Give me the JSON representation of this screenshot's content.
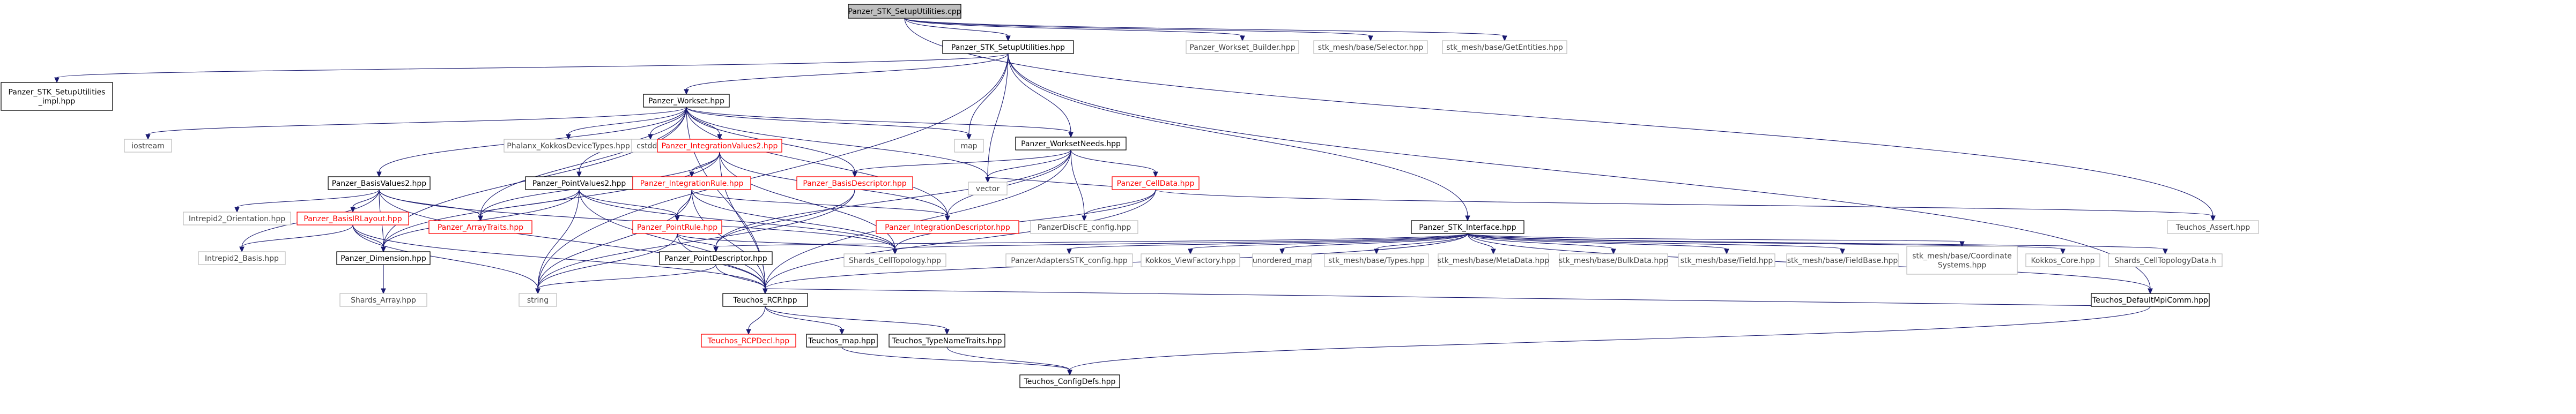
{
  "diagram": {
    "type": "include-dependency-graph",
    "colors": {
      "edge": "#191970",
      "root_fill": "#bfbfbf",
      "node_fill": "#ffffff",
      "documented_border": "#000000",
      "undocumented_border": "#bfbfbf",
      "truncated_border": "#ff0000",
      "documented_text": "#000000",
      "plain_text": "#444444",
      "truncated_text": "#ff0000"
    },
    "nodes": [
      {
        "id": "root",
        "label": "Panzer_STK_SetupUtilities.cpp",
        "kind": "root"
      },
      {
        "id": "setup_hpp",
        "label": "Panzer_STK_SetupUtilities.hpp",
        "kind": "doc"
      },
      {
        "id": "wb",
        "label": "Panzer_Workset_Builder.hpp",
        "kind": "plain"
      },
      {
        "id": "selector",
        "label": "stk_mesh/base/Selector.hpp",
        "kind": "plain"
      },
      {
        "id": "getentities",
        "label": "stk_mesh/base/GetEntities.hpp",
        "kind": "plain"
      },
      {
        "id": "setup_impl",
        "lines": [
          "Panzer_STK_SetupUtilities",
          "_impl.hpp"
        ],
        "kind": "doc"
      },
      {
        "id": "workset",
        "label": "Panzer_Workset.hpp",
        "kind": "doc"
      },
      {
        "id": "iostream",
        "label": "iostream",
        "kind": "plain"
      },
      {
        "id": "phalanx",
        "label": "Phalanx_KokkosDeviceTypes.hpp",
        "kind": "plain"
      },
      {
        "id": "cstddef",
        "label": "cstddef",
        "kind": "plain"
      },
      {
        "id": "iv2",
        "label": "Panzer_IntegrationValues2.hpp",
        "kind": "trunc"
      },
      {
        "id": "map",
        "label": "map",
        "kind": "plain"
      },
      {
        "id": "vector",
        "label": "vector",
        "kind": "plain"
      },
      {
        "id": "wneeds",
        "label": "Panzer_WorksetNeeds.hpp",
        "kind": "doc"
      },
      {
        "id": "stkif",
        "label": "Panzer_STK_Interface.hpp",
        "kind": "doc"
      },
      {
        "id": "tasset",
        "label": "Teuchos_Assert.hpp",
        "kind": "plain"
      },
      {
        "id": "bv2",
        "label": "Panzer_BasisValues2.hpp",
        "kind": "doc"
      },
      {
        "id": "intrepid_orient",
        "label": "Intrepid2_Orientation.hpp",
        "kind": "plain"
      },
      {
        "id": "bip",
        "label": "Panzer_BasisIRLayout.hpp",
        "kind": "trunc"
      },
      {
        "id": "intrepid_basis",
        "label": "Intrepid2_Basis.hpp",
        "kind": "plain"
      },
      {
        "id": "dim",
        "label": "Panzer_Dimension.hpp",
        "kind": "doc"
      },
      {
        "id": "shards_array",
        "label": "Shards_Array.hpp",
        "kind": "plain"
      },
      {
        "id": "atraits",
        "label": "Panzer_ArrayTraits.hpp",
        "kind": "trunc"
      },
      {
        "id": "pv2",
        "label": "Panzer_PointValues2.hpp",
        "kind": "doc"
      },
      {
        "id": "irule",
        "label": "Panzer_IntegrationRule.hpp",
        "kind": "trunc"
      },
      {
        "id": "prule",
        "label": "Panzer_PointRule.hpp",
        "kind": "trunc"
      },
      {
        "id": "pdesc",
        "label": "Panzer_PointDescriptor.hpp",
        "kind": "doc"
      },
      {
        "id": "string",
        "label": "string",
        "kind": "plain"
      },
      {
        "id": "rcp",
        "label": "Teuchos_RCP.hpp",
        "kind": "doc"
      },
      {
        "id": "bdesc",
        "label": "Panzer_BasisDescriptor.hpp",
        "kind": "trunc"
      },
      {
        "id": "idesc",
        "label": "Panzer_IntegrationDescriptor.hpp",
        "kind": "trunc"
      },
      {
        "id": "celldata",
        "label": "Panzer_CellData.hpp",
        "kind": "trunc"
      },
      {
        "id": "pcfg",
        "label": "PanzerDiscFE_config.hpp",
        "kind": "plain"
      },
      {
        "id": "shards_ct",
        "label": "Shards_CellTopology.hpp",
        "kind": "plain"
      },
      {
        "id": "adapt_cfg",
        "label": "PanzerAdaptersSTK_config.hpp",
        "kind": "plain"
      },
      {
        "id": "kvf",
        "label": "Kokkos_ViewFactory.hpp",
        "kind": "plain"
      },
      {
        "id": "umap",
        "label": "unordered_map",
        "kind": "plain"
      },
      {
        "id": "stypes",
        "label": "stk_mesh/base/Types.hpp",
        "kind": "plain"
      },
      {
        "id": "smeta",
        "label": "stk_mesh/base/MetaData.hpp",
        "kind": "plain"
      },
      {
        "id": "sbulk",
        "label": "stk_mesh/base/BulkData.hpp",
        "kind": "plain"
      },
      {
        "id": "sfield",
        "label": "stk_mesh/base/Field.hpp",
        "kind": "plain"
      },
      {
        "id": "sfieldbase",
        "label": "stk_mesh/base/FieldBase.hpp",
        "kind": "plain"
      },
      {
        "id": "scoord",
        "lines": [
          "stk_mesh/base/Coordinate",
          "Systems.hpp"
        ],
        "kind": "plain"
      },
      {
        "id": "kcore",
        "label": "Kokkos_Core.hpp",
        "kind": "plain"
      },
      {
        "id": "shards_ctd",
        "label": "Shards_CellTopologyData.h",
        "kind": "plain"
      },
      {
        "id": "dmpi",
        "label": "Teuchos_DefaultMpiComm.hpp",
        "kind": "doc"
      },
      {
        "id": "rcpdecl",
        "label": "Teuchos_RCPDecl.hpp",
        "kind": "trunc"
      },
      {
        "id": "tmap",
        "label": "Teuchos_map.hpp",
        "kind": "doc"
      },
      {
        "id": "tntraits",
        "label": "Teuchos_TypeNameTraits.hpp",
        "kind": "doc"
      },
      {
        "id": "cdefs",
        "label": "Teuchos_ConfigDefs.hpp",
        "kind": "doc"
      }
    ]
  }
}
